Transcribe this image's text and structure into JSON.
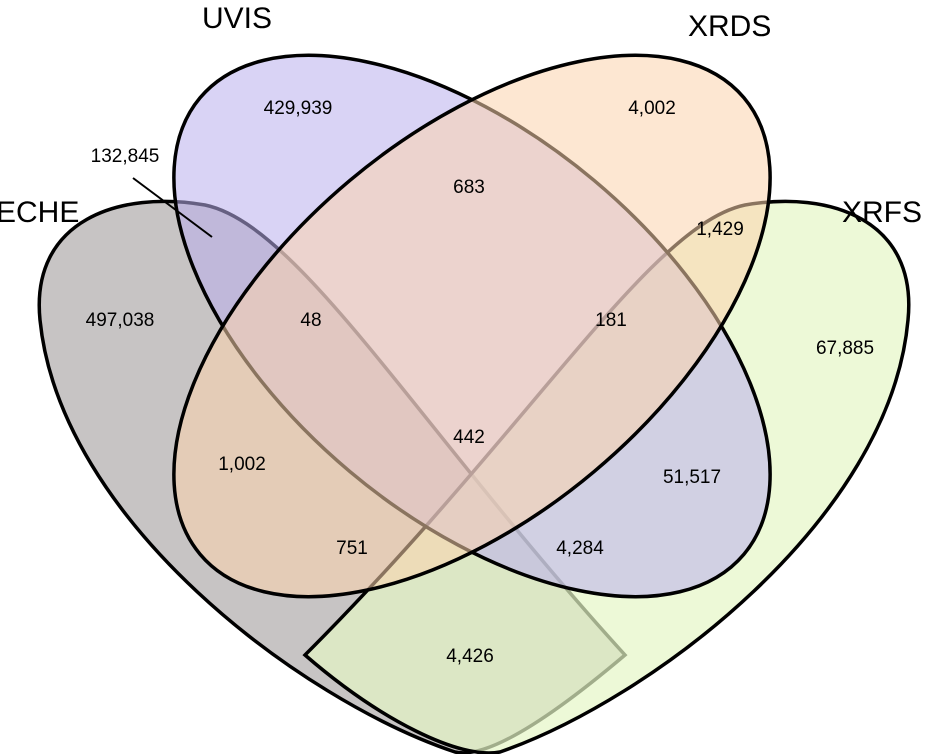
{
  "sets": [
    {
      "key": "uvis",
      "name": "UVIS",
      "color": "#b9aeec"
    },
    {
      "key": "xrds",
      "name": "XRDS",
      "color": "#fcd3ad"
    },
    {
      "key": "eche",
      "name": "ECHE",
      "color": "#a19d9d"
    },
    {
      "key": "xrfs",
      "name": "XRFS",
      "color": "#e6f7c6"
    }
  ],
  "regions": [
    {
      "sets": [
        "UVIS"
      ],
      "value": "429,939"
    },
    {
      "sets": [
        "XRDS"
      ],
      "value": "4,002"
    },
    {
      "sets": [
        "ECHE"
      ],
      "value": "497,038"
    },
    {
      "sets": [
        "XRFS"
      ],
      "value": "67,885"
    },
    {
      "sets": [
        "UVIS",
        "ECHE"
      ],
      "value": "132,845"
    },
    {
      "sets": [
        "UVIS",
        "XRDS"
      ],
      "value": "683"
    },
    {
      "sets": [
        "XRDS",
        "XRFS"
      ],
      "value": "1,429"
    },
    {
      "sets": [
        "UVIS",
        "XRDS",
        "ECHE"
      ],
      "value": "48"
    },
    {
      "sets": [
        "UVIS",
        "XRDS",
        "XRFS"
      ],
      "value": "181"
    },
    {
      "sets": [
        "UVIS",
        "XRDS",
        "ECHE",
        "XRFS"
      ],
      "value": "442"
    },
    {
      "sets": [
        "XRDS",
        "ECHE"
      ],
      "value": "1,002"
    },
    {
      "sets": [
        "UVIS",
        "XRFS"
      ],
      "value": "51,517"
    },
    {
      "sets": [
        "XRDS",
        "ECHE",
        "XRFS"
      ],
      "value": "751"
    },
    {
      "sets": [
        "UVIS",
        "ECHE",
        "XRFS"
      ],
      "value": "4,284"
    },
    {
      "sets": [
        "ECHE",
        "XRFS"
      ],
      "value": "4,426"
    }
  ]
}
